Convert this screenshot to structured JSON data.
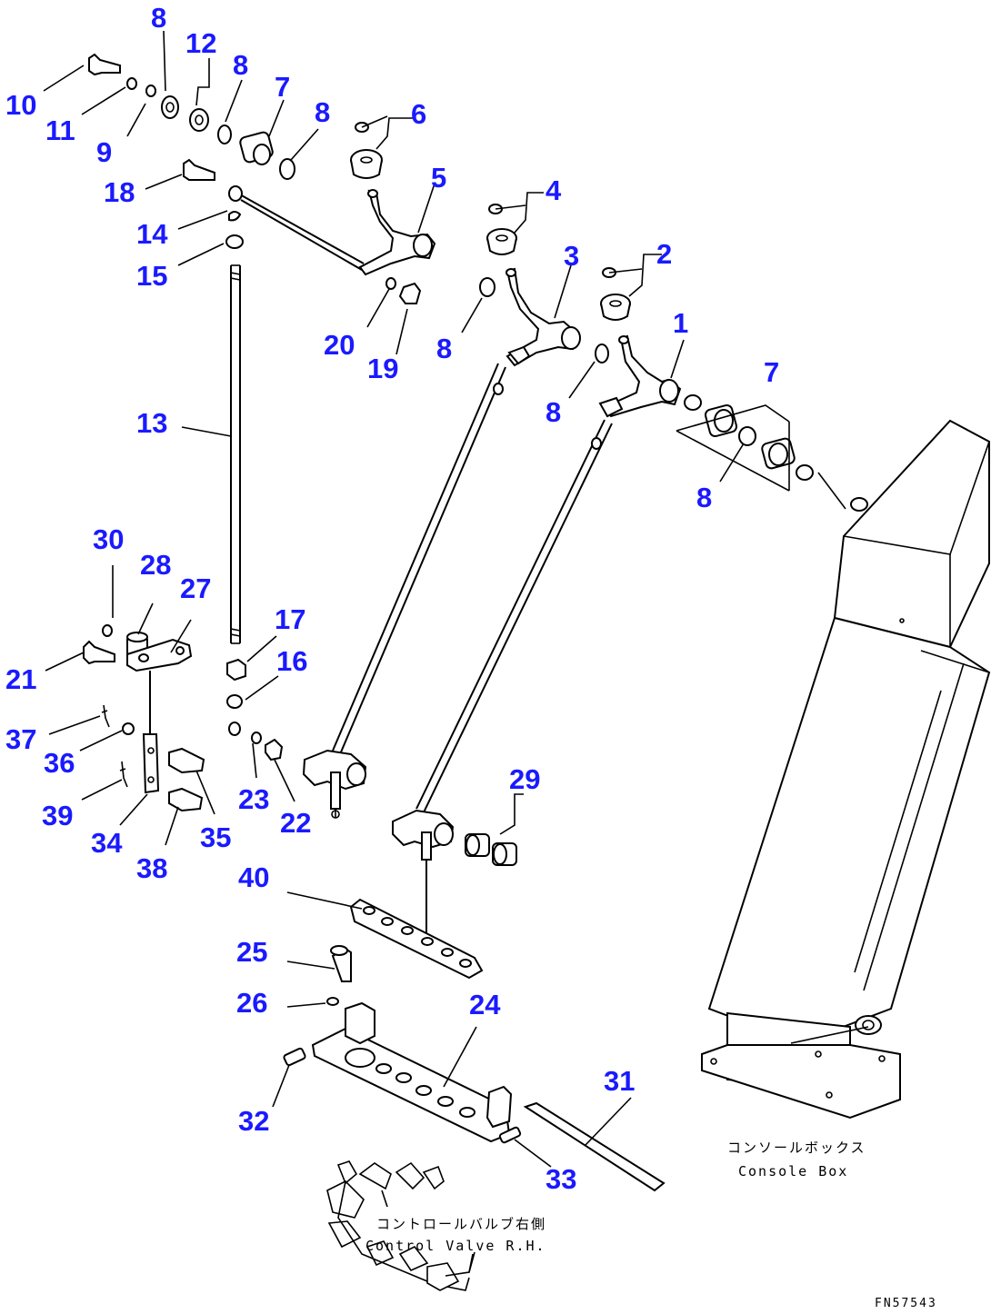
{
  "colors": {
    "callout": "#1a1aff",
    "ink": "#000000",
    "background": "#ffffff"
  },
  "labels": {
    "console_jp": "コンソールボックス",
    "console_en": "Console Box",
    "valve_jp": "コントロールバルブ右側",
    "valve_en": "Control Valve R.H.",
    "drawing_ref": "FN57543"
  },
  "callouts": [
    "1",
    "2",
    "3",
    "4",
    "5",
    "6",
    "7",
    "8",
    "9",
    "10",
    "11",
    "12",
    "13",
    "14",
    "15",
    "16",
    "17",
    "18",
    "19",
    "20",
    "21",
    "22",
    "23",
    "24",
    "25",
    "26",
    "27",
    "28",
    "29",
    "30",
    "31",
    "32",
    "33",
    "34",
    "35",
    "36",
    "37",
    "38",
    "39",
    "40"
  ]
}
